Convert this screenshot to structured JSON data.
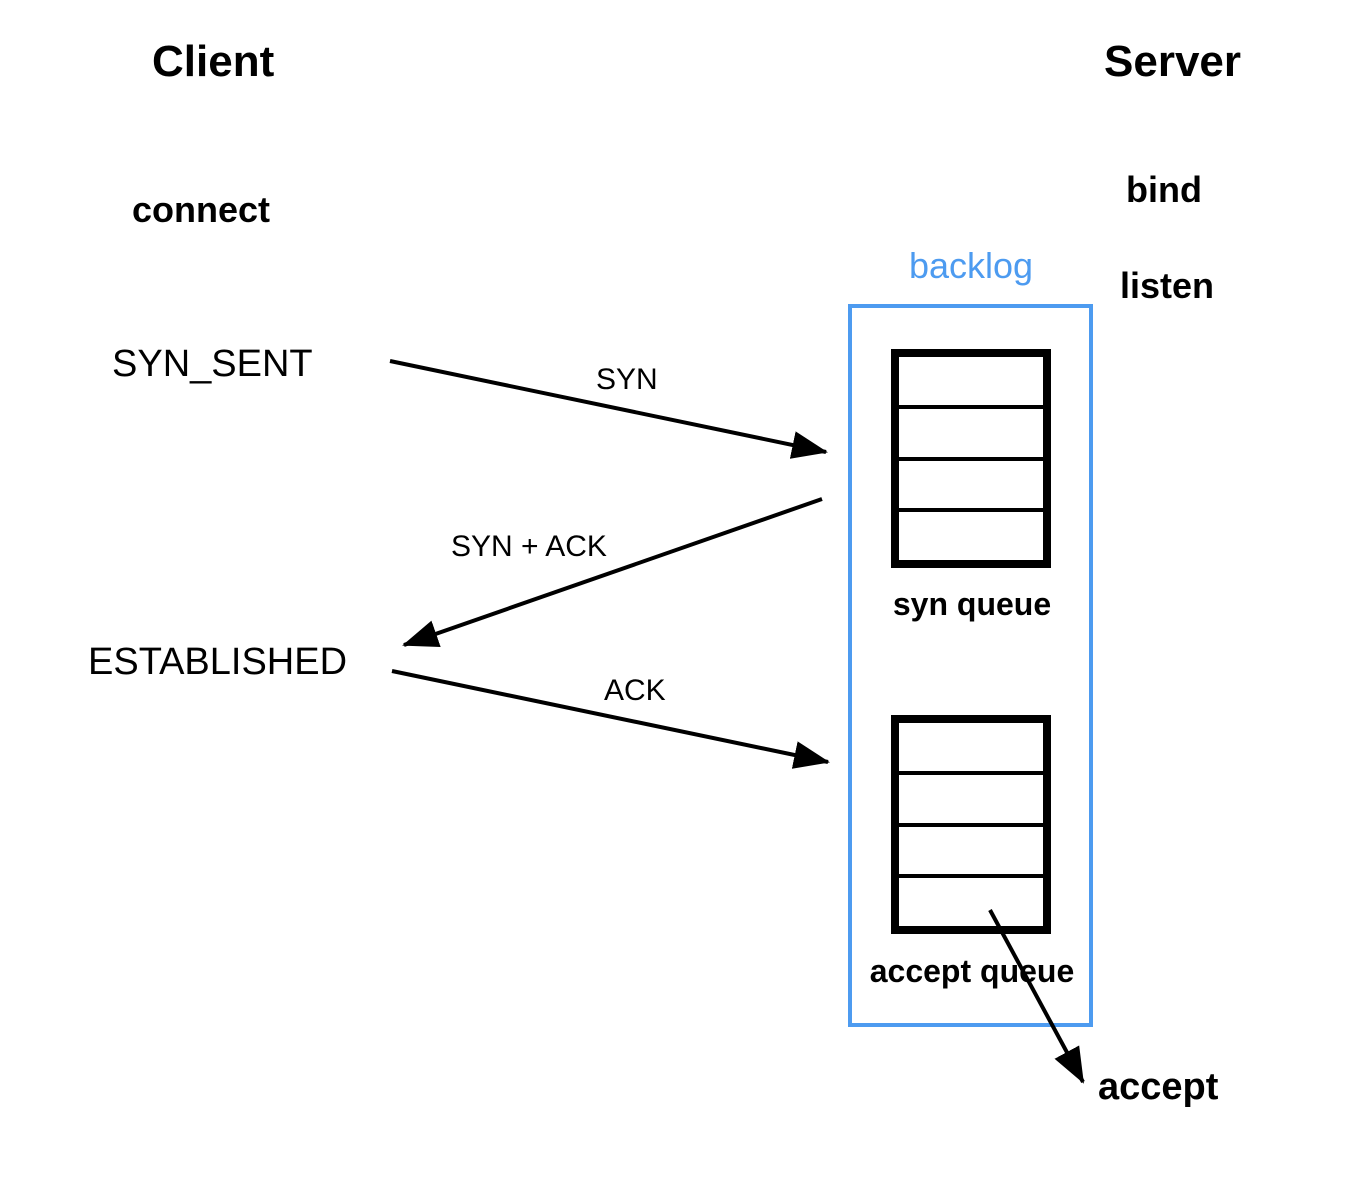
{
  "diagram": {
    "title_client": "Client",
    "title_server": "Server",
    "accent_blue": "#4d9bf0",
    "stroke_black": "#000000",
    "background": "#ffffff"
  },
  "client": {
    "heading": "Client",
    "syscalls": [
      {
        "name": "connect",
        "label": "connect"
      }
    ],
    "states": [
      {
        "name": "syn-sent",
        "label": "SYN_SENT"
      },
      {
        "name": "established",
        "label": "ESTABLISHED"
      }
    ]
  },
  "server": {
    "heading": "Server",
    "syscalls": [
      {
        "name": "bind",
        "label": "bind"
      },
      {
        "name": "listen",
        "label": "listen"
      },
      {
        "name": "accept",
        "label": "accept"
      }
    ],
    "backlog": {
      "label": "backlog",
      "color": "#4d9bf0",
      "queues": [
        {
          "name": "syn-queue",
          "caption": "syn queue",
          "cells": 4
        },
        {
          "name": "accept-queue",
          "caption": "accept queue",
          "cells": 4
        }
      ]
    }
  },
  "messages": [
    {
      "name": "syn",
      "label": "SYN",
      "direction": "client-to-server"
    },
    {
      "name": "syn-ack",
      "label": "SYN + ACK",
      "direction": "server-to-client"
    },
    {
      "name": "ack",
      "label": "ACK",
      "direction": "client-to-server"
    }
  ]
}
